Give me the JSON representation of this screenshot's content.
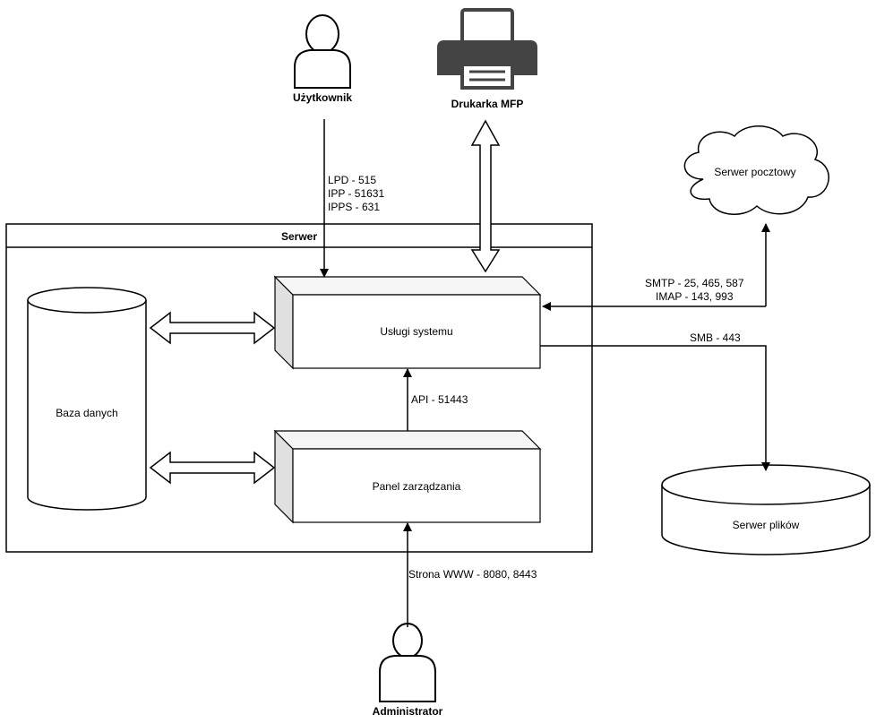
{
  "diagram": {
    "actors": {
      "user": "Użytkownik",
      "printer": "Drukarka MFP",
      "admin": "Administrator"
    },
    "container": {
      "title": "Serwer"
    },
    "nodes": {
      "services": "Usługi systemu",
      "panel": "Panel zarządzania",
      "database": "Baza danych",
      "mail_server": "Serwer pocztowy",
      "file_server": "Serwer plików"
    },
    "edges": {
      "user_protocols": [
        "LPD - 515",
        "IPP - 51631",
        "IPPS - 631"
      ],
      "mail_protocols": [
        "SMTP - 25, 465, 587",
        "IMAP - 143, 993"
      ],
      "smb": "SMB - 443",
      "api": "API - 51443",
      "www": "Strona WWW - 8080, 8443"
    }
  }
}
